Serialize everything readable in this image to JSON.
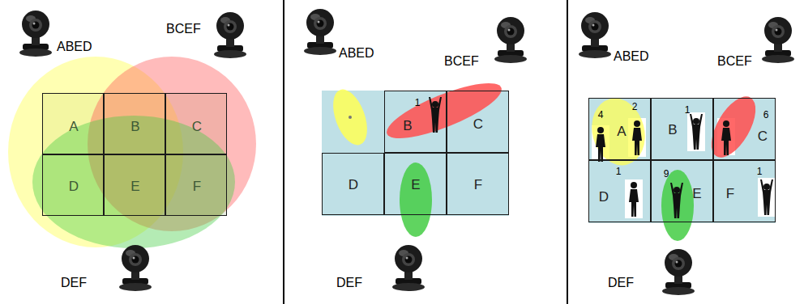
{
  "diagram": {
    "nodes": [
      {
        "text": [
          "A"
        ]
      },
      {
        "text": [
          "B"
        ]
      },
      {
        "text": [
          "C"
        ]
      },
      {
        "text": [
          "D"
        ]
      },
      {
        "text": [
          "E"
        ]
      },
      {
        "text": [
          "F"
        ]
      },
      {
        "text": [
          "B",
          "1"
        ]
      },
      {
        "text": [
          "C"
        ]
      },
      {
        "text": [
          "D"
        ]
      },
      {
        "text": [
          "E"
        ]
      },
      {
        "text": [
          "F"
        ]
      },
      {
        "text": [
          "A",
          "4",
          "2"
        ]
      },
      {
        "text": [
          "B",
          "1"
        ]
      },
      {
        "text": [
          "C",
          "6"
        ]
      },
      {
        "text": [
          "D",
          "1"
        ]
      },
      {
        "text": [
          "E",
          "9"
        ]
      },
      {
        "text": [
          "F",
          "1"
        ]
      }
    ],
    "labels": [
      "ABED",
      "BCEF",
      "DEF",
      "ABED",
      "BCEF",
      "DEF",
      "ABED",
      "BCEF",
      "DEF"
    ]
  }
}
